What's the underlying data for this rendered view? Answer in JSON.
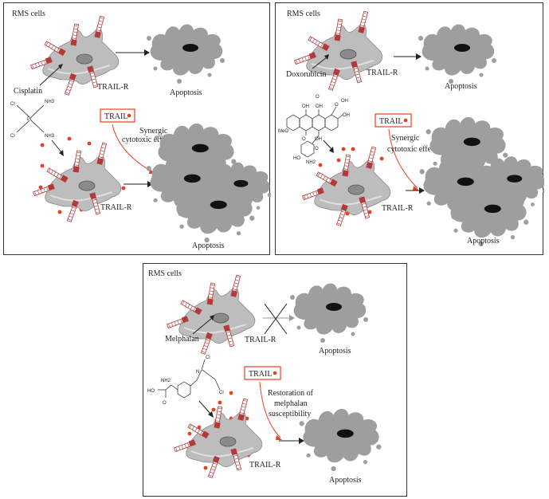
{
  "panels": {
    "cisplatin": {
      "title": "RMS cells",
      "drug": "Cisplatin",
      "receptor_top": "TRAIL-R",
      "receptor_bottom": "TRAIL-R",
      "apoptosis_top": "Apoptosis",
      "apoptosis_bottom": "Apoptosis",
      "trail": "TRAIL",
      "effect_line1": "Synergic",
      "effect_line2": "cytotoxic effect",
      "chem": [
        "Cl",
        "NH3",
        "Pt",
        "Cl",
        "NH3"
      ]
    },
    "doxorubicin": {
      "title": "RMS cells",
      "drug": "Doxorubicin",
      "receptor_top": "TRAIL-R",
      "receptor_bottom": "TRAIL-R",
      "apoptosis_top": "Apoptosis",
      "apoptosis_bottom": "Apoptosis",
      "trail": "TRAIL",
      "effect_line1": "Synergic",
      "effect_line2": "cytotoxic effect",
      "chem": [
        "OH",
        "OH",
        "O",
        "OH",
        "MeO",
        "O",
        "OH",
        "NH2",
        "HO",
        "O",
        "O",
        "OH"
      ]
    },
    "melphalan": {
      "title": "RMS cells",
      "drug": "Melphalan",
      "receptor_top": "TRAIL-R",
      "receptor_bottom": "TRAIL-R",
      "apoptosis_top": "Apoptosis",
      "apoptosis_bottom": "Apoptosis",
      "trail": "TRAIL",
      "effect_line1": "Restoration of",
      "effect_line2": "melphalan",
      "effect_line3": "susceptibility",
      "chem": [
        "NH2",
        "N",
        "Cl",
        "Cl",
        "HO",
        "O"
      ]
    }
  },
  "colors": {
    "cell_body": "#bdbdbd",
    "dead_cell": "#9e9e9e",
    "receptor": "#b23a3a",
    "trail_dot": "#e8401f",
    "arrow_red": "#e8401f"
  }
}
